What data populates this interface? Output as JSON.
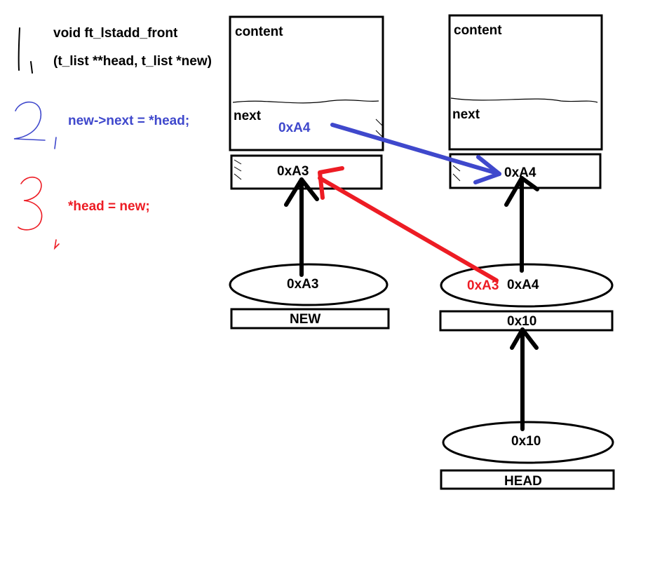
{
  "code": {
    "step1_number": "1",
    "step2_number": "2",
    "step3_number": "3",
    "signature": "void ft_lstadd_front",
    "params": "(t_list **head, t_list *new)",
    "line2": "new->next = *head;",
    "line3": "*head = new;"
  },
  "new_node": {
    "content_label": "content",
    "next_label": "next",
    "next_value": "0xA4",
    "address": "0xA3"
  },
  "head_node": {
    "content_label": "content",
    "next_label": "next",
    "address": "0xA4"
  },
  "new_var": {
    "value": "0xA3",
    "name": "NEW"
  },
  "head_ptr": {
    "old_value": "0xA4",
    "new_value": "0xA3",
    "address": "0x10"
  },
  "head_var": {
    "value": "0x10",
    "name": "HEAD"
  },
  "colors": {
    "step2": "#3f48cc",
    "step3": "#ed1c24",
    "ink": "#000000"
  }
}
